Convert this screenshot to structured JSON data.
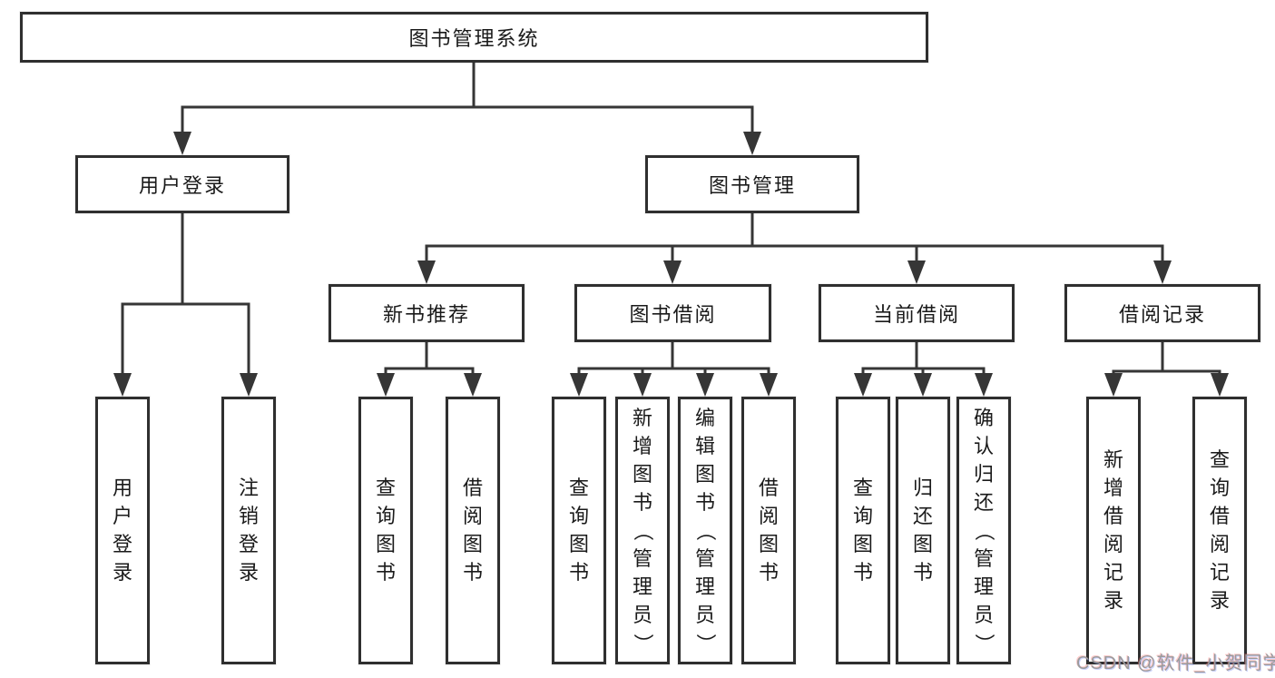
{
  "title": "图书管理系统",
  "watermark": "CSDN @软件_小贺同学",
  "colors": {
    "line": "#363636",
    "border": "#2f2f2f",
    "text": "#1a1a1a",
    "watermark": "#9b9b9b"
  },
  "tree": {
    "root": "图书管理系统",
    "branches": [
      {
        "label": "用户登录",
        "children": [
          {
            "label": "用户登录"
          },
          {
            "label": "注销登录"
          }
        ]
      },
      {
        "label": "图书管理",
        "children": [
          {
            "label": "新书推荐",
            "children": [
              {
                "label": "查询图书"
              },
              {
                "label": "借阅图书"
              }
            ]
          },
          {
            "label": "图书借阅",
            "children": [
              {
                "label": "查询图书"
              },
              {
                "label": "新增图书（管理员）"
              },
              {
                "label": "编辑图书（管理员）"
              },
              {
                "label": "借阅图书"
              }
            ]
          },
          {
            "label": "当前借阅",
            "children": [
              {
                "label": "查询图书"
              },
              {
                "label": "归还图书"
              },
              {
                "label": "确认归还（管理员）"
              }
            ]
          },
          {
            "label": "借阅记录",
            "children": [
              {
                "label": "新增借阅记录"
              },
              {
                "label": "查询借阅记录"
              }
            ]
          }
        ]
      }
    ]
  }
}
